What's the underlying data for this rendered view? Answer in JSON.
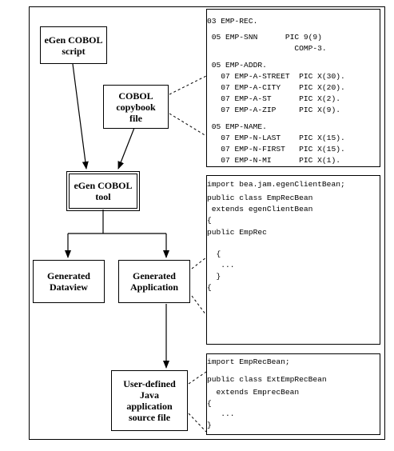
{
  "nodes": {
    "script": "eGen COBOL\nscript",
    "copybook": "COBOL\ncopybook\nfile",
    "tool": "eGen COBOL\ntool",
    "dataview": "Generated\nDataview",
    "application": "Generated\nApplication",
    "user_source": "User-defined\nJava\napplication\nsource file"
  },
  "copybook_code": [
    "03 EMP-REC.",
    " 05 EMP-SNN      PIC 9(9)",
    "                   COMP-3.",
    " 05 EMP-ADDR.",
    "   07 EMP-A-STREET  PIC X(30).",
    "   07 EMP-A-CITY    PIC X(20).",
    "   07 EMP-A-ST      PIC X(2).",
    "   07 EMP-A-ZIP     PIC X(9).",
    " 05 EMP-NAME.",
    "   07 EMP-N-LAST    PIC X(15).",
    "   07 EMP-N-FIRST   PIC X(15).",
    "   07 EMP-N-MI      PIC X(1)."
  ],
  "generated_code": [
    "import bea.jam.egenClientBean;",
    "public class EmpRecBean",
    " extends egenClientBean",
    "{",
    "public EmpRec",
    "",
    "  {",
    "   ...",
    "  }",
    "{"
  ],
  "user_code": [
    "import EmpRecBean;",
    "public class ExtEmpRecBean",
    "  extends EmprecBean",
    "{",
    "   ...",
    "}"
  ]
}
